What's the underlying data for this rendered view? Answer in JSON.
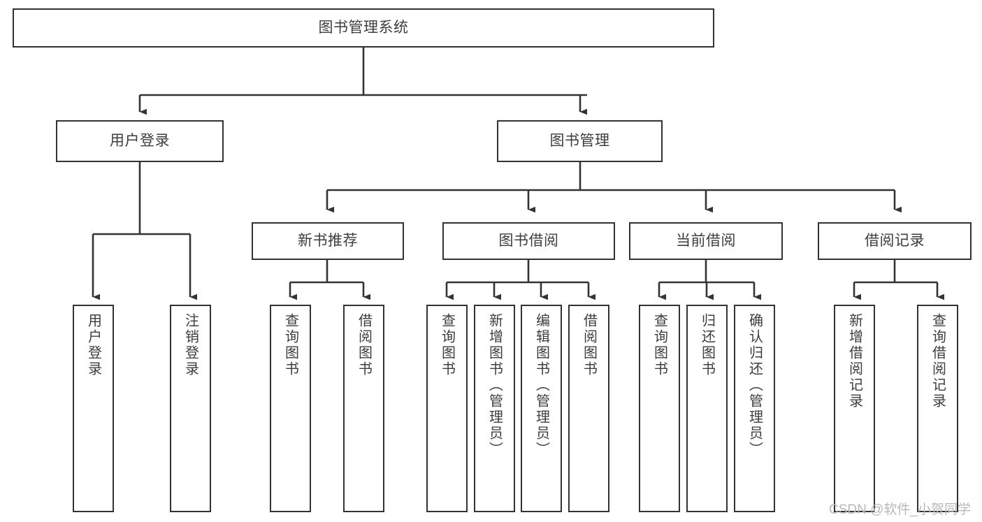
{
  "diagram": {
    "title": "图书管理系统",
    "type": "tree",
    "colors": {
      "stroke": "#333333",
      "text": "#3d3d3d",
      "background": "#ffffff",
      "watermark": "#b8b8b8"
    },
    "nodes": {
      "root": {
        "label": "图书管理系统"
      },
      "level2": [
        {
          "id": "user-login",
          "label": "用户登录"
        },
        {
          "id": "book-manage",
          "label": "图书管理"
        }
      ],
      "level3": [
        {
          "id": "new-book-recommend",
          "label": "新书推荐"
        },
        {
          "id": "book-borrow",
          "label": "图书借阅"
        },
        {
          "id": "current-borrow",
          "label": "当前借阅"
        },
        {
          "id": "borrow-record",
          "label": "借阅记录"
        }
      ],
      "leaves": {
        "user_login": [
          {
            "id": "leaf-user-login",
            "label": "用户登录"
          },
          {
            "id": "leaf-logout-login",
            "label": "注销登录"
          }
        ],
        "new_book_recommend": [
          {
            "id": "leaf-query-book-1",
            "label": "查询图书"
          },
          {
            "id": "leaf-borrow-book-1",
            "label": "借阅图书"
          }
        ],
        "book_borrow": [
          {
            "id": "leaf-query-book-2",
            "label": "查询图书"
          },
          {
            "id": "leaf-add-book",
            "label": "新增图书（管理员）"
          },
          {
            "id": "leaf-edit-book",
            "label": "编辑图书（管理员）"
          },
          {
            "id": "leaf-borrow-book-2",
            "label": "借阅图书"
          }
        ],
        "current_borrow": [
          {
            "id": "leaf-query-book-3",
            "label": "查询图书"
          },
          {
            "id": "leaf-return-book",
            "label": "归还图书"
          },
          {
            "id": "leaf-confirm-return",
            "label": "确认归还（管理员）"
          }
        ],
        "borrow_record": [
          {
            "id": "leaf-add-record",
            "label": "新增借阅记录"
          },
          {
            "id": "leaf-query-record",
            "label": "查询借阅记录"
          }
        ]
      }
    },
    "watermark": "CSDN @软件_小贺同学"
  }
}
